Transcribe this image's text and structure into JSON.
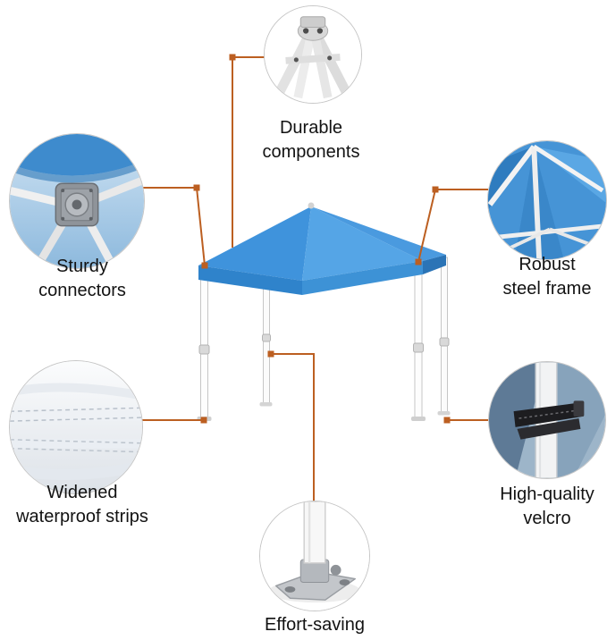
{
  "colors": {
    "accent": "#bc5f21",
    "canopy_blue": "#4397dc",
    "text": "#121212"
  },
  "features": {
    "durable_components": {
      "label": "Durable components"
    },
    "sturdy_connectors": {
      "label": "Sturdy connectors"
    },
    "robust_steel_frame": {
      "label": "Robust steel frame"
    },
    "widened_waterproof_strips": {
      "label": "Widened waterproof strips"
    },
    "high_quality_velcro": {
      "label": "High-quality velcro"
    },
    "effort_saving": {
      "label": "Effort-saving"
    }
  }
}
